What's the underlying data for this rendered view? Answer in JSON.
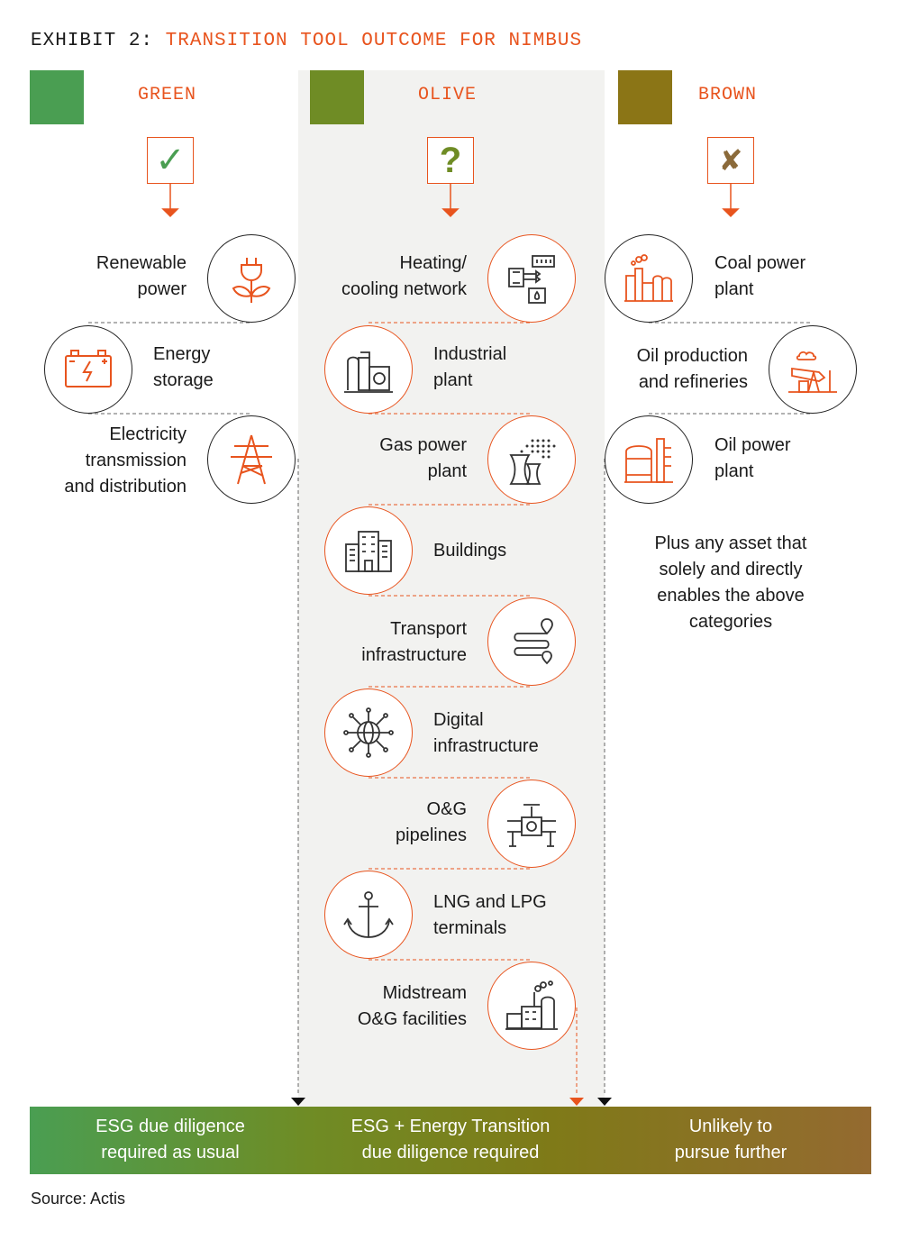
{
  "title": {
    "prefix": "EXHIBIT 2:",
    "main": "TRANSITION TOOL OUTCOME FOR NIMBUS"
  },
  "columns": {
    "green": {
      "label": "GREEN",
      "color": "#4a9e52",
      "mark": "✓"
    },
    "olive": {
      "label": "OLIVE",
      "color": "#6f8c25",
      "mark": "?"
    },
    "brown": {
      "label": "BROWN",
      "color": "#8b7516",
      "mark": "✘"
    }
  },
  "green_items": [
    {
      "line1": "Renewable",
      "line2": "power",
      "icon": "plug-leaf-icon"
    },
    {
      "line1": "Energy",
      "line2": "storage",
      "icon": "battery-icon"
    },
    {
      "line1": "Electricity",
      "line2": "transmission",
      "line3": "and distribution",
      "icon": "pylon-icon"
    }
  ],
  "olive_items": [
    {
      "line1": "Heating/",
      "line2": "cooling network",
      "icon": "heat-exchanger-icon"
    },
    {
      "line1": "Industrial",
      "line2": "plant",
      "icon": "industrial-machine-icon"
    },
    {
      "line1": "Gas power",
      "line2": "plant",
      "icon": "cooling-tower-icon"
    },
    {
      "line1": "Buildings",
      "icon": "buildings-icon"
    },
    {
      "line1": "Transport",
      "line2": "infrastructure",
      "icon": "route-icon"
    },
    {
      "line1": "Digital",
      "line2": "infrastructure",
      "icon": "network-globe-icon"
    },
    {
      "line1": "O&G",
      "line2": "pipelines",
      "icon": "pipeline-valve-icon"
    },
    {
      "line1": "LNG and LPG",
      "line2": "terminals",
      "icon": "anchor-icon"
    },
    {
      "line1": "Midstream",
      "line2": "O&G facilities",
      "icon": "facility-icon"
    }
  ],
  "brown_items": [
    {
      "line1": "Coal power",
      "line2": "plant",
      "icon": "coal-plant-icon"
    },
    {
      "line1": "Oil production",
      "line2": "and refineries",
      "icon": "pumpjack-icon"
    },
    {
      "line1": "Oil power",
      "line2": "plant",
      "icon": "oil-tank-icon"
    }
  ],
  "brown_note": {
    "line1": "Plus any asset that",
    "line2": "solely and directly",
    "line3": "enables the above",
    "line4": "categories"
  },
  "outcomes": {
    "green": {
      "line1": "ESG due diligence",
      "line2": "required as usual"
    },
    "olive": {
      "line1": "ESG + Energy Transition",
      "line2": "due diligence required"
    },
    "brown": {
      "line1": "Unlikely to",
      "line2": "pursue further"
    }
  },
  "source": "Source: Actis"
}
